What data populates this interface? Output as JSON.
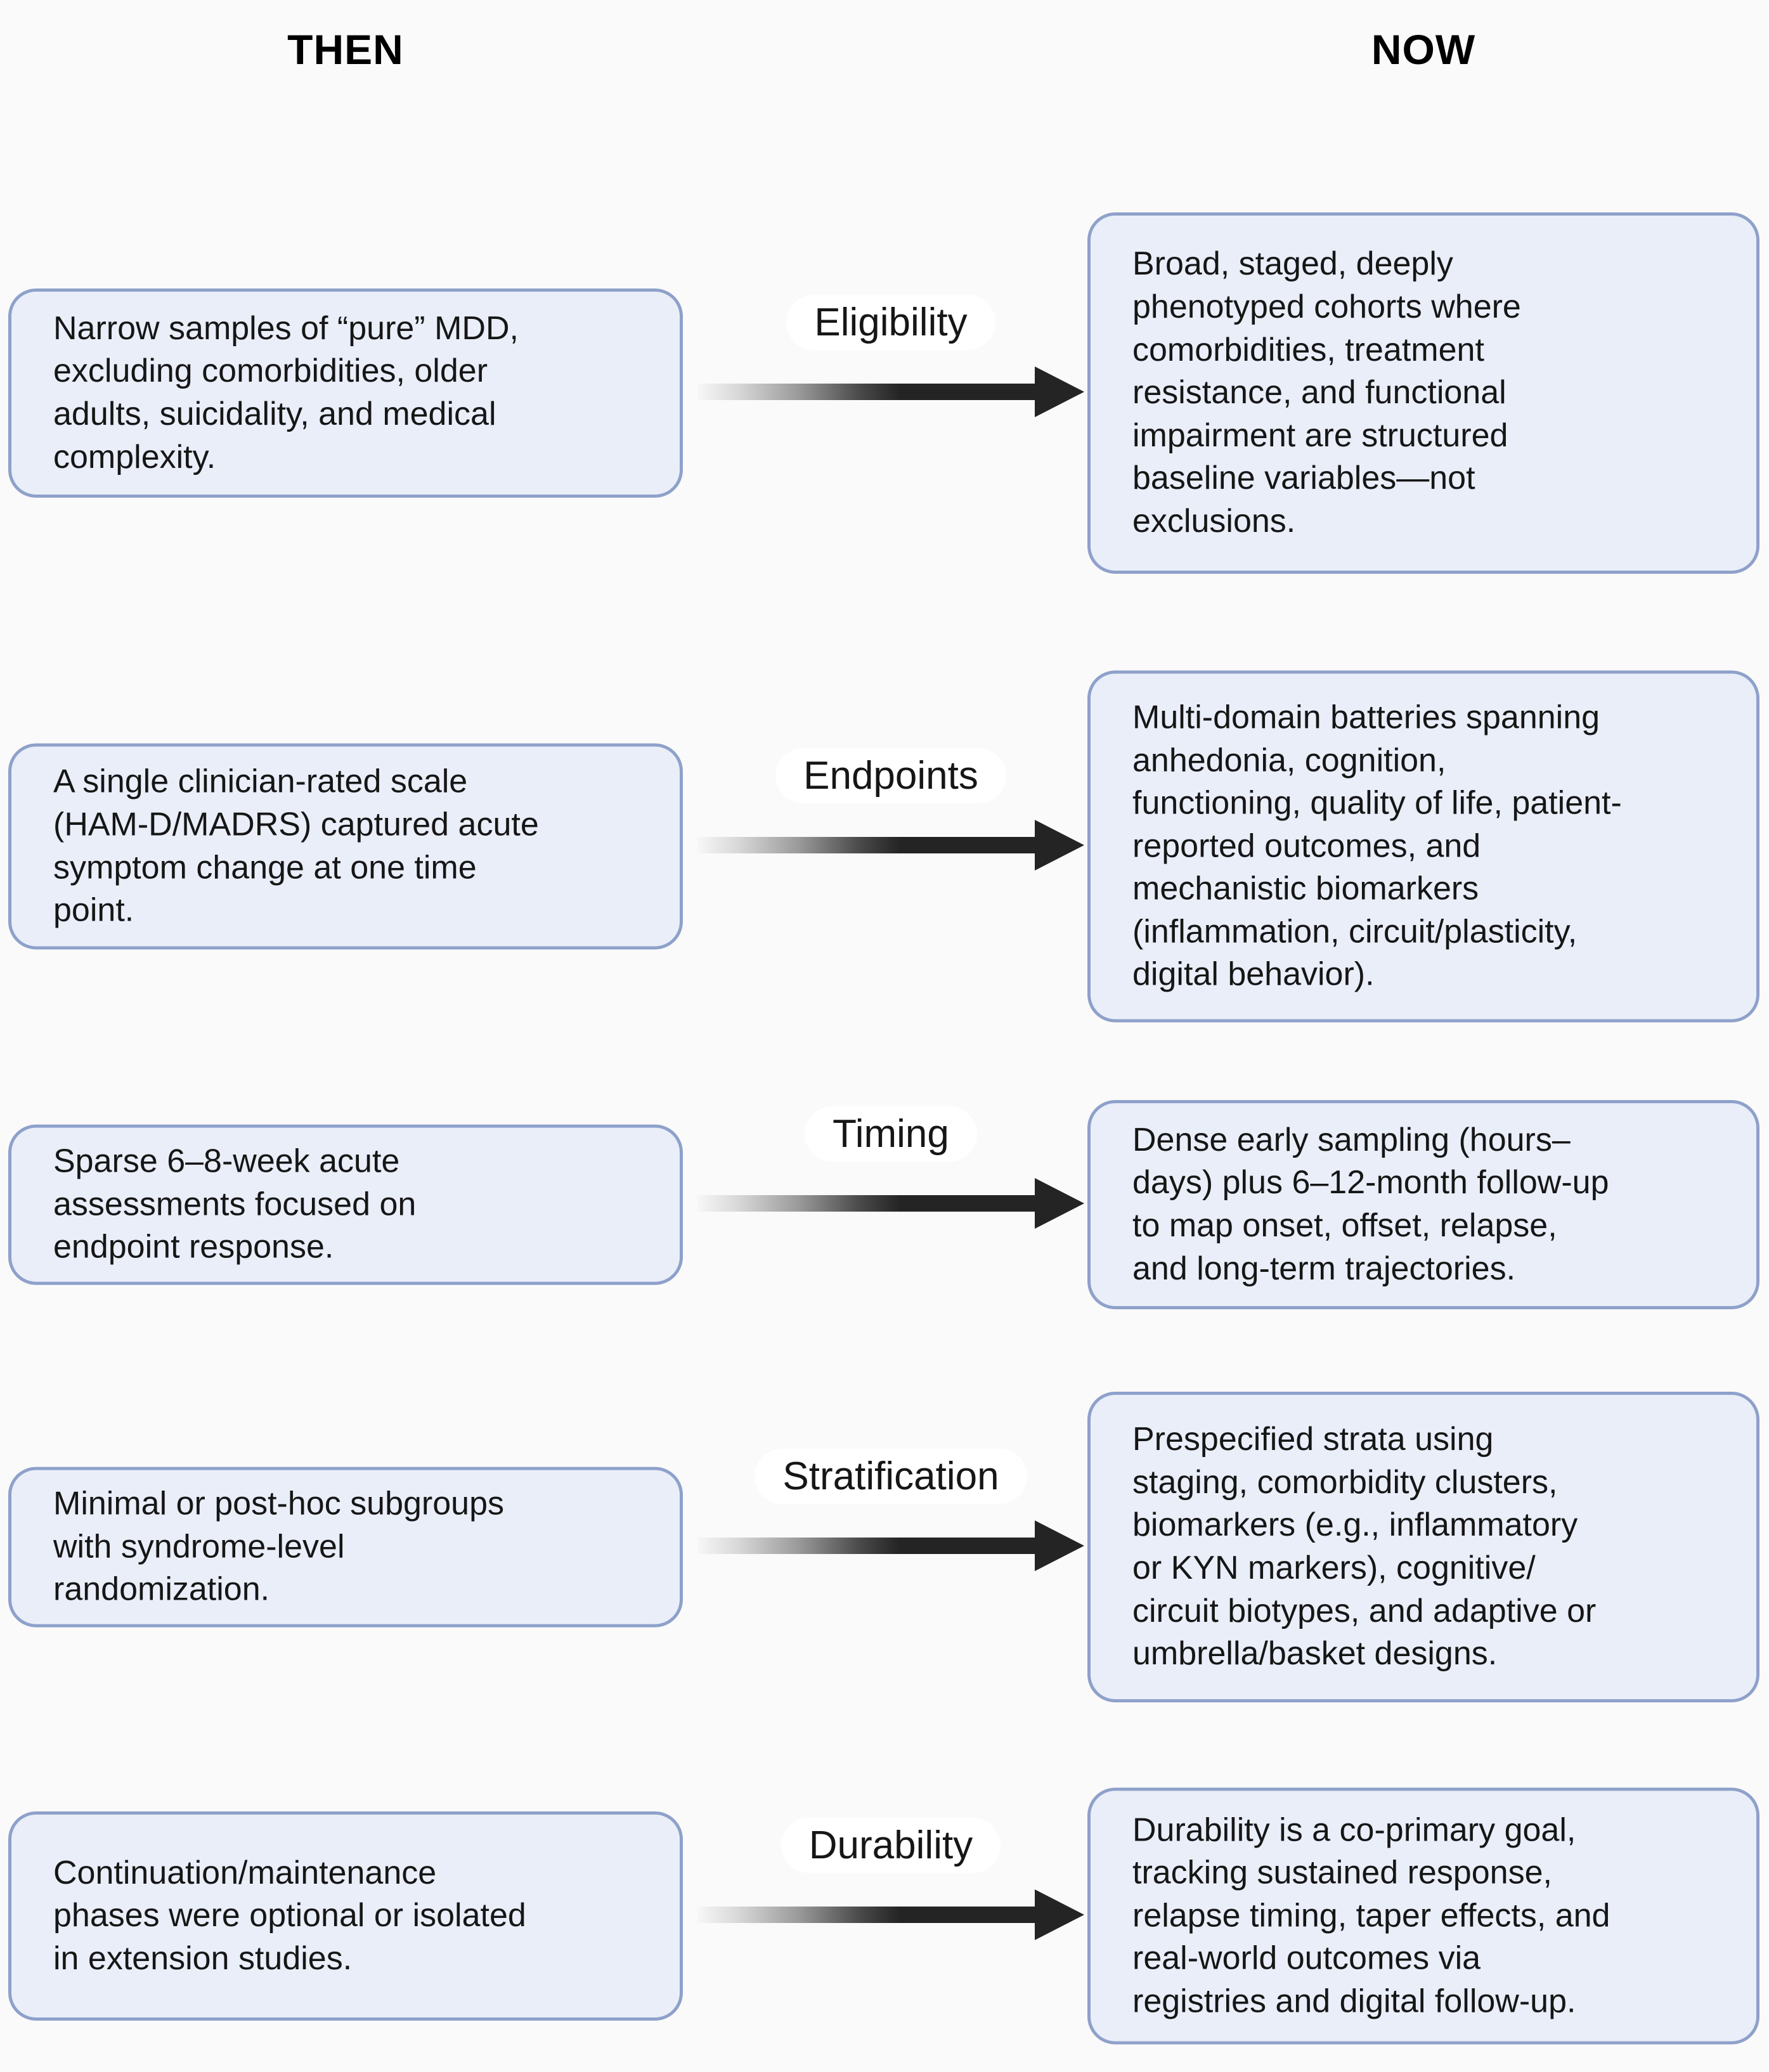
{
  "columns": {
    "then_header": "THEN",
    "now_header": "NOW"
  },
  "rows": [
    {
      "label": "Eligibility",
      "then": "Narrow samples of “pure” MDD,\nexcluding comorbidities, older\nadults, suicidality, and medical\ncomplexity.",
      "now": "Broad, staged, deeply\nphenotyped cohorts where\ncomorbidities, treatment\nresistance, and functional\nimpairment are structured\nbaseline variables—not\nexclusions."
    },
    {
      "label": "Endpoints",
      "then": "A single clinician-rated scale\n(HAM-D/MADRS) captured acute\nsymptom change at one time\npoint.",
      "now": "Multi-domain batteries spanning\nanhedonia, cognition,\nfunctioning, quality of life, patient-\nreported outcomes, and\nmechanistic biomarkers\n(inflammation, circuit/plasticity,\ndigital behavior)."
    },
    {
      "label": "Timing",
      "then": "Sparse 6–8-week acute\nassessments focused on\nendpoint response.",
      "now": "Dense early sampling (hours–\ndays) plus 6–12-month follow-up\nto map onset, offset, relapse,\nand long-term trajectories."
    },
    {
      "label": "Stratification",
      "then": "Minimal or post-hoc subgroups\nwith syndrome-level\nrandomization.",
      "now": "Prespecified strata using\nstaging, comorbidity clusters,\nbiomarkers (e.g., inflammatory\nor KYN markers), cognitive/\ncircuit biotypes, and adaptive or\numbrella/basket designs."
    },
    {
      "label": "Durability",
      "then": "Continuation/maintenance\nphases were optional or isolated\nin extension studies.",
      "now": "Durability is a co-primary goal,\ntracking sustained response,\nrelapse timing, taper effects, and\nreal-world outcomes via\nregistries and digital follow-up."
    }
  ],
  "colors": {
    "page_bg": "#fbfafa",
    "header_color": "#000000",
    "box_fill": "#e9eef9",
    "box_border": "#8ea1ca",
    "text": "#161616",
    "label_bg": "#ffffff",
    "arrow_dark": "#242424"
  }
}
